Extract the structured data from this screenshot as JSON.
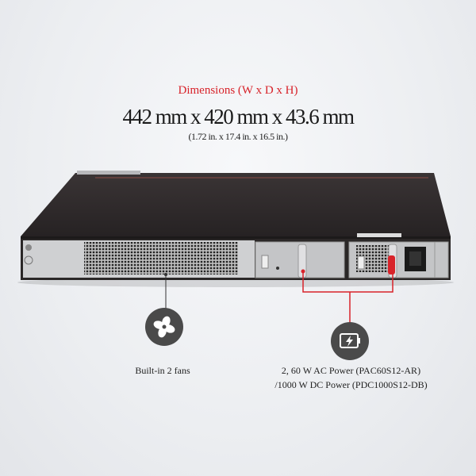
{
  "dimensions": {
    "label": "Dimensions (W x D x H)",
    "metric": "442 mm x 420 mm x 43.6 mm",
    "imperial": "(1.72 in. x 17.4 in. x 16.5 in.)"
  },
  "features": [
    {
      "icon": "fan-icon",
      "caption": "Built-in 2 fans"
    },
    {
      "icon": "battery-charging-icon",
      "caption_line1": "2, 60 W AC Power (PAC60S12-AR)",
      "caption_line2": "/1000 W DC Power (PDC1000S12-DB)"
    }
  ],
  "colors": {
    "accent": "#d8232a",
    "chassis": "#2e2a2b",
    "panel": "#c9cacc",
    "icon_bg": "#4a4a4a"
  }
}
